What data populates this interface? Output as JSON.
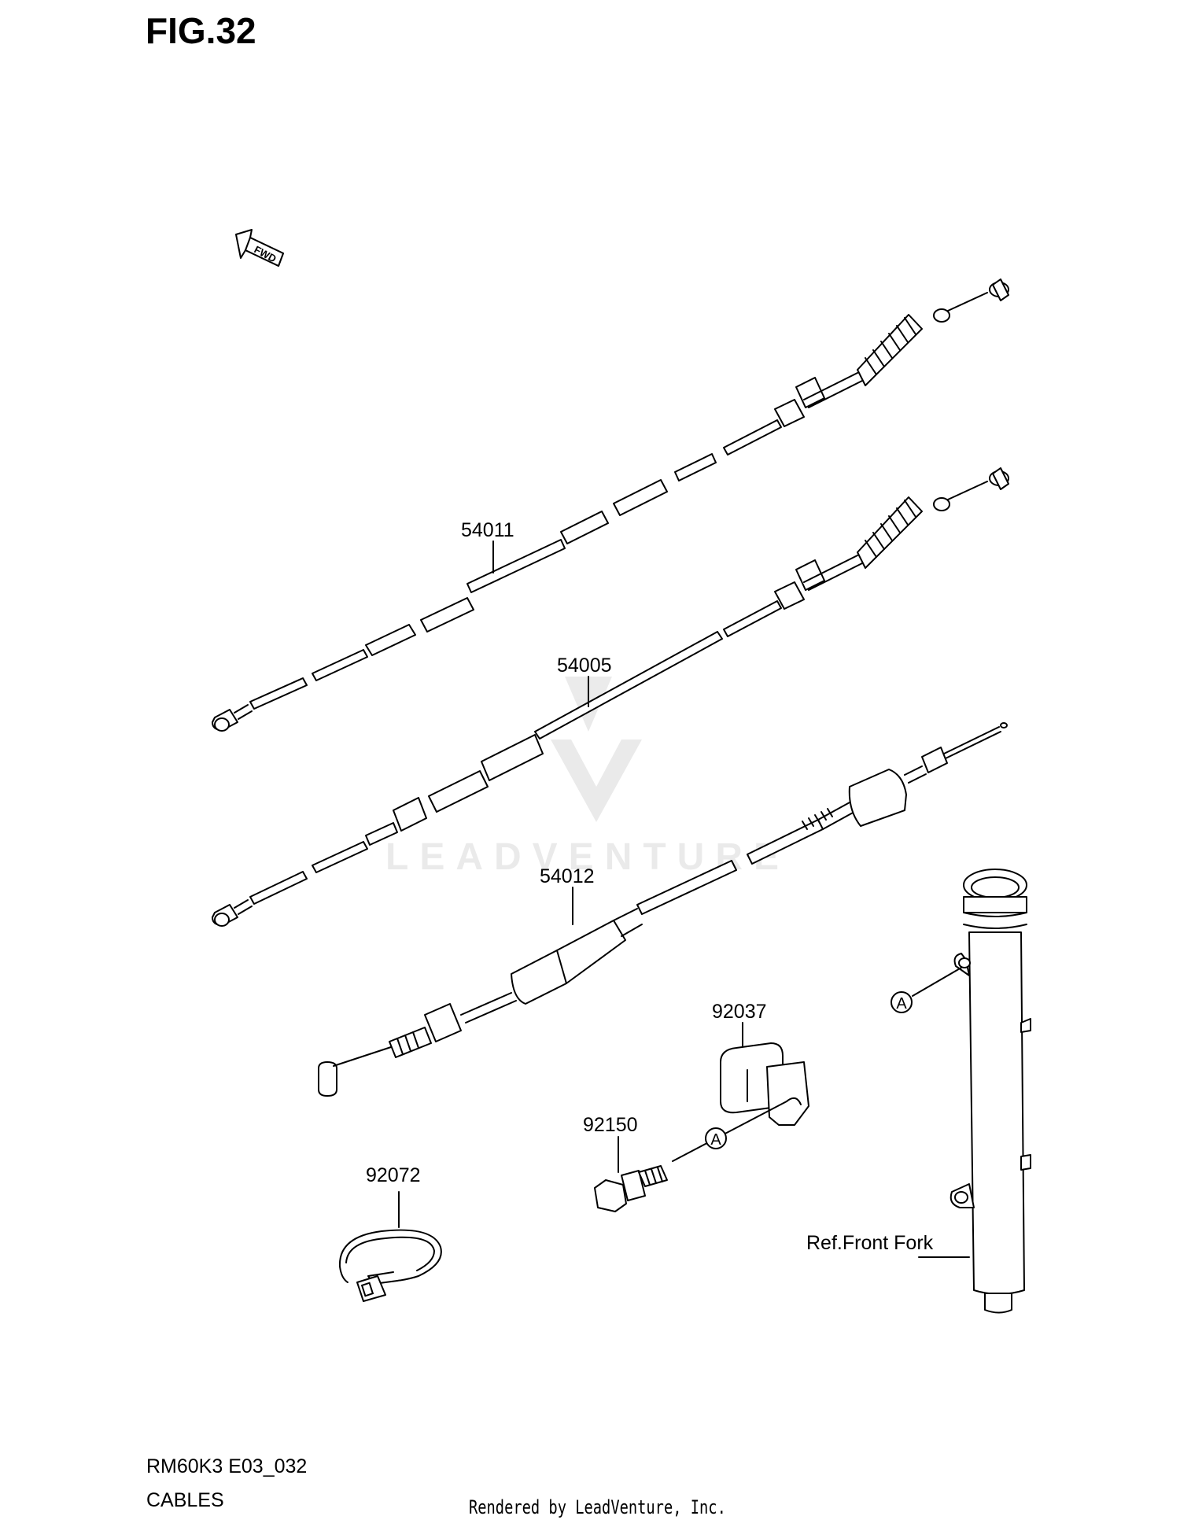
{
  "figure": {
    "title": "FIG.32",
    "code": "RM60K3 E03_032",
    "name": "CABLES",
    "credit": "Rendered by LeadVenture, Inc.",
    "watermark": "LEADVENTURE"
  },
  "direction_marker": {
    "text": "FWD"
  },
  "parts": [
    {
      "number": "54011"
    },
    {
      "number": "54005"
    },
    {
      "number": "54012"
    },
    {
      "number": "92037"
    },
    {
      "number": "92150"
    },
    {
      "number": "92072"
    }
  ],
  "reference": {
    "label": "Ref.Front Fork",
    "connector_marks": [
      "A",
      "A"
    ]
  }
}
